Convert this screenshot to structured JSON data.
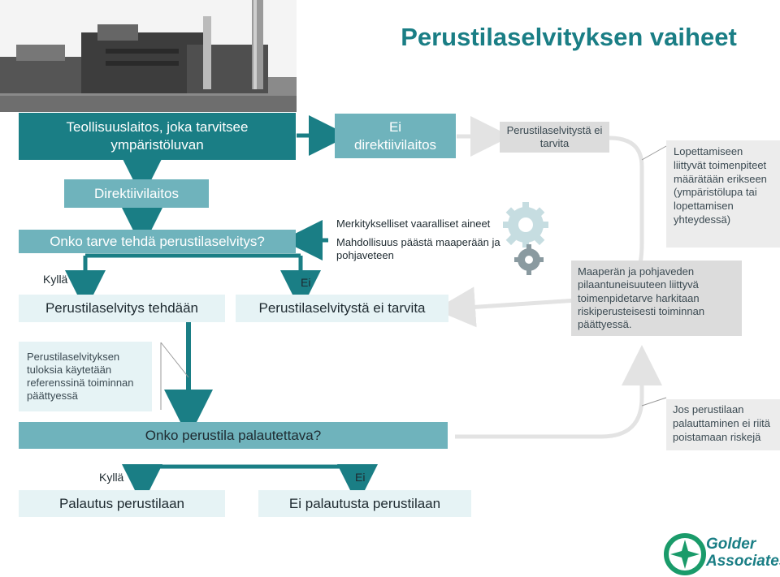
{
  "title": "Perustilaselvityksen vaiheet",
  "boxes": {
    "industrial": "Teollisuuslaitos, joka tarvitsee ympäristöluvan",
    "no_directive": "Ei direktiivilaitos",
    "directive": "Direktiivilaitos",
    "need_question": "Onko tarve tehdä perustilaselvitys?",
    "done": "Perustilaselvitys tehdään",
    "not_needed": "Perustilaselvitystä ei tarvita",
    "restorable_question": "Onko perustila palautettava?",
    "restore": "Palautus perustilaan",
    "no_restore": "Ei palautusta perustilaan",
    "not_needed_small": "Perustilaselvitystä ei tarvita"
  },
  "labels": {
    "yes_1": "Kyllä",
    "no_1": "Ei",
    "yes_2": "Kyllä",
    "no_2": "Ei"
  },
  "criteria": {
    "line1": "Merkitykselliset vaaralliset aineet",
    "line2": "Mahdollisuus päästä maaperään ja pohjaveteen"
  },
  "notes": {
    "closure": "Lopettamiseen liittyvät toimenpiteet määrätään erikseen (ympäristölupa tai lopettamisen yhteydessä)",
    "soil": "Maaperän ja pohjaveden pilaantuneisuuteen liittyvä toimenpidetarve harkitaan riskiperusteisesti toiminnan päättyessä.",
    "results": "Perustilaselvityksen tuloksia käytetään referenssinä toiminnan päättyessä",
    "restoration": "Jos perustilaan palauttaminen ei riitä poistamaan riskejä"
  },
  "logo": {
    "line1": "Golder",
    "line2": "Associates"
  },
  "colors": {
    "dark": "#1a7e85",
    "mid": "#6fb3bc",
    "title": "#1a7e85",
    "accent": "#1a9b6a"
  },
  "icons": [
    "factory-image",
    "gears-icon",
    "golder-logo-icon"
  ]
}
